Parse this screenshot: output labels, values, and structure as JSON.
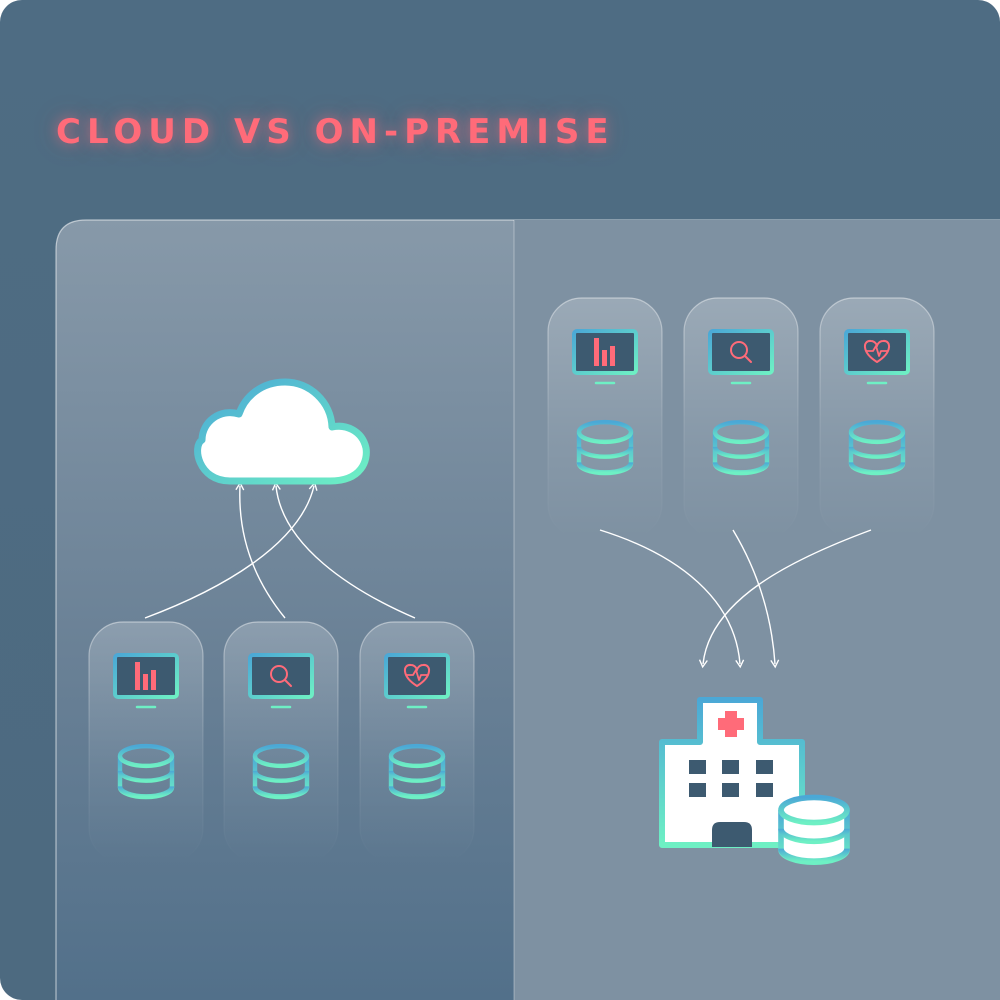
{
  "title": "CLOUD VS ON-PREMISE",
  "colors": {
    "background": "#4e6b82",
    "panel": "#8093a3",
    "accent_red": "#ff6b79",
    "teal_gradient_start": "#4ba8d6",
    "teal_gradient_end": "#6ef0c4",
    "monitor_screen": "#3d5a70"
  },
  "left_diagram": {
    "label": "cloud",
    "center_node": "cloud-icon",
    "stations": [
      {
        "monitor_icon": "bar-chart-icon",
        "storage_icon": "database-icon"
      },
      {
        "monitor_icon": "magnifier-icon",
        "storage_icon": "database-icon"
      },
      {
        "monitor_icon": "heart-pulse-icon",
        "storage_icon": "database-icon"
      }
    ],
    "flow": "stations-to-cloud"
  },
  "right_diagram": {
    "label": "on-premise",
    "center_node": "hospital-icon",
    "center_storage": "database-icon",
    "stations": [
      {
        "monitor_icon": "bar-chart-icon",
        "storage_icon": "database-icon"
      },
      {
        "monitor_icon": "magnifier-icon",
        "storage_icon": "database-icon"
      },
      {
        "monitor_icon": "heart-pulse-icon",
        "storage_icon": "database-icon"
      }
    ],
    "flow": "stations-to-hospital"
  }
}
